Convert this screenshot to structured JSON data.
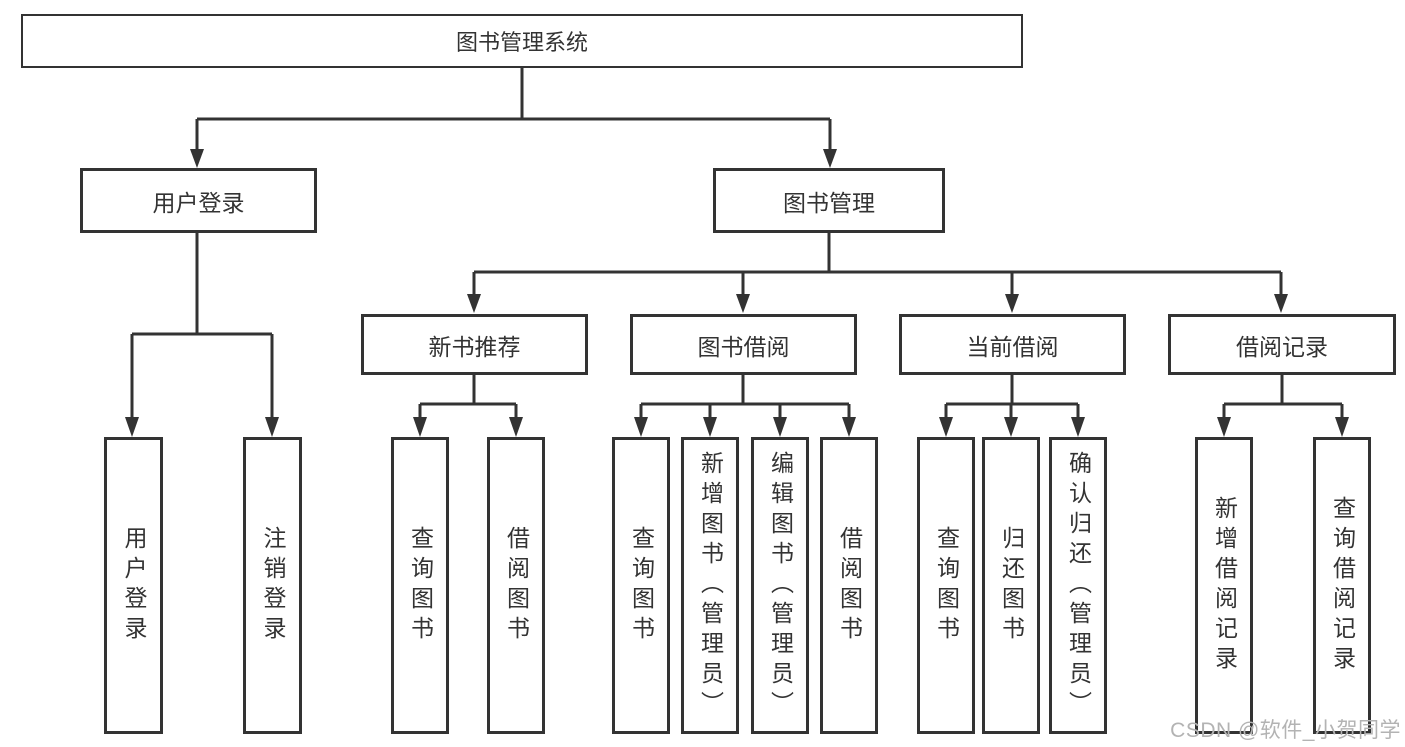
{
  "colors": {
    "line": "#333333",
    "box_border": "#333333",
    "text": "#333333",
    "background": "#ffffff",
    "watermark": "#b3b3b3"
  },
  "root": {
    "label": "图书管理系统"
  },
  "level2": [
    {
      "label": "用户登录",
      "parent": "图书管理系统"
    },
    {
      "label": "图书管理",
      "parent": "图书管理系统"
    }
  ],
  "level3": [
    {
      "label": "新书推荐",
      "parent": "图书管理"
    },
    {
      "label": "图书借阅",
      "parent": "图书管理"
    },
    {
      "label": "当前借阅",
      "parent": "图书管理"
    },
    {
      "label": "借阅记录",
      "parent": "图书管理"
    }
  ],
  "leaves": [
    {
      "label": "用户登录",
      "parent": "用户登录"
    },
    {
      "label": "注销登录",
      "parent": "用户登录"
    },
    {
      "label": "查询图书",
      "parent": "新书推荐"
    },
    {
      "label": "借阅图书",
      "parent": "新书推荐"
    },
    {
      "label": "查询图书",
      "parent": "图书借阅"
    },
    {
      "label": "新增图书（管理员）",
      "parent": "图书借阅"
    },
    {
      "label": "编辑图书（管理员）",
      "parent": "图书借阅"
    },
    {
      "label": "借阅图书",
      "parent": "图书借阅"
    },
    {
      "label": "查询图书",
      "parent": "当前借阅"
    },
    {
      "label": "归还图书",
      "parent": "当前借阅"
    },
    {
      "label": "确认归还（管理员）",
      "parent": "当前借阅"
    },
    {
      "label": "新增借阅记录",
      "parent": "借阅记录"
    },
    {
      "label": "查询借阅记录",
      "parent": "借阅记录"
    }
  ],
  "watermark": {
    "text": "CSDN @软件_小贺同学"
  }
}
